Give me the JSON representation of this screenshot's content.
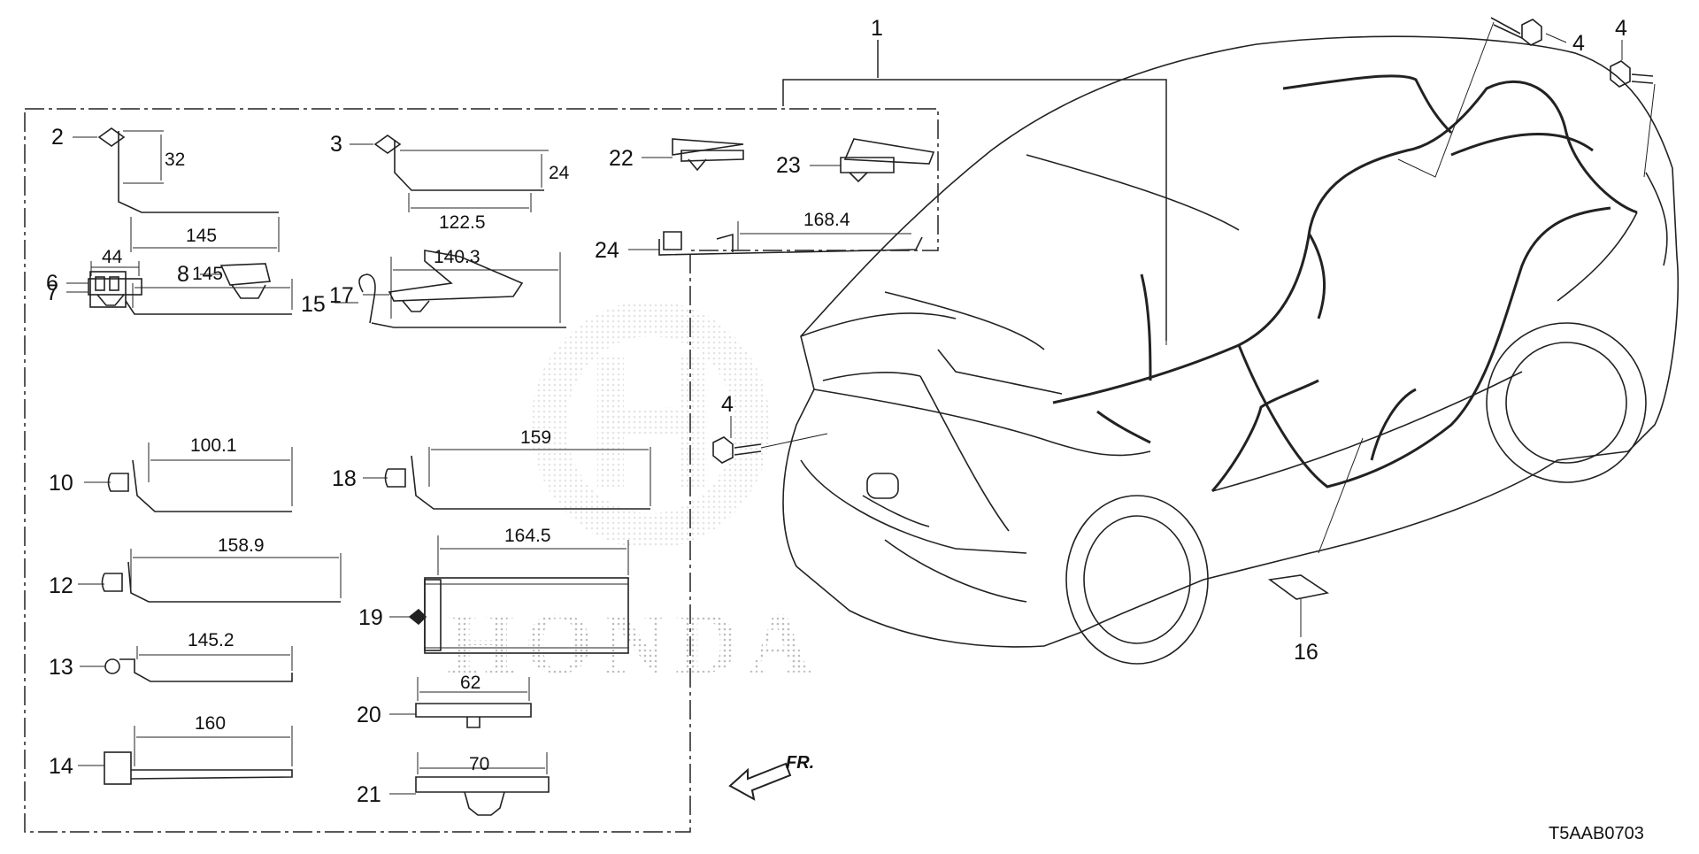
{
  "diagram": {
    "code": "T5AAB0703",
    "front_indicator": "FR.",
    "watermark": {
      "text": "HONDA",
      "opacity": 0.22
    },
    "callouts": {
      "c1": "1",
      "c2": "2",
      "c3": "3",
      "c4a": "4",
      "c4b": "4",
      "c4c": "4",
      "c6": "6",
      "c7": "7",
      "c8": "8",
      "c10": "10",
      "c12": "12",
      "c13": "13",
      "c14": "14",
      "c15": "15",
      "c16": "16",
      "c17": "17",
      "c18": "18",
      "c19": "19",
      "c20": "20",
      "c21": "21",
      "c22": "22",
      "c23": "23",
      "c24": "24"
    },
    "dimensions": {
      "d2h": "32",
      "d2w": "145",
      "d3h": "24",
      "d3w": "122.5",
      "d6": "44",
      "d7": "145",
      "d10": "100.1",
      "d12": "158.9",
      "d13": "145.2",
      "d14": "160",
      "d15": "140.3",
      "d18": "159",
      "d19": "164.5",
      "d20": "62",
      "d21": "70",
      "d24": "168.4"
    }
  }
}
